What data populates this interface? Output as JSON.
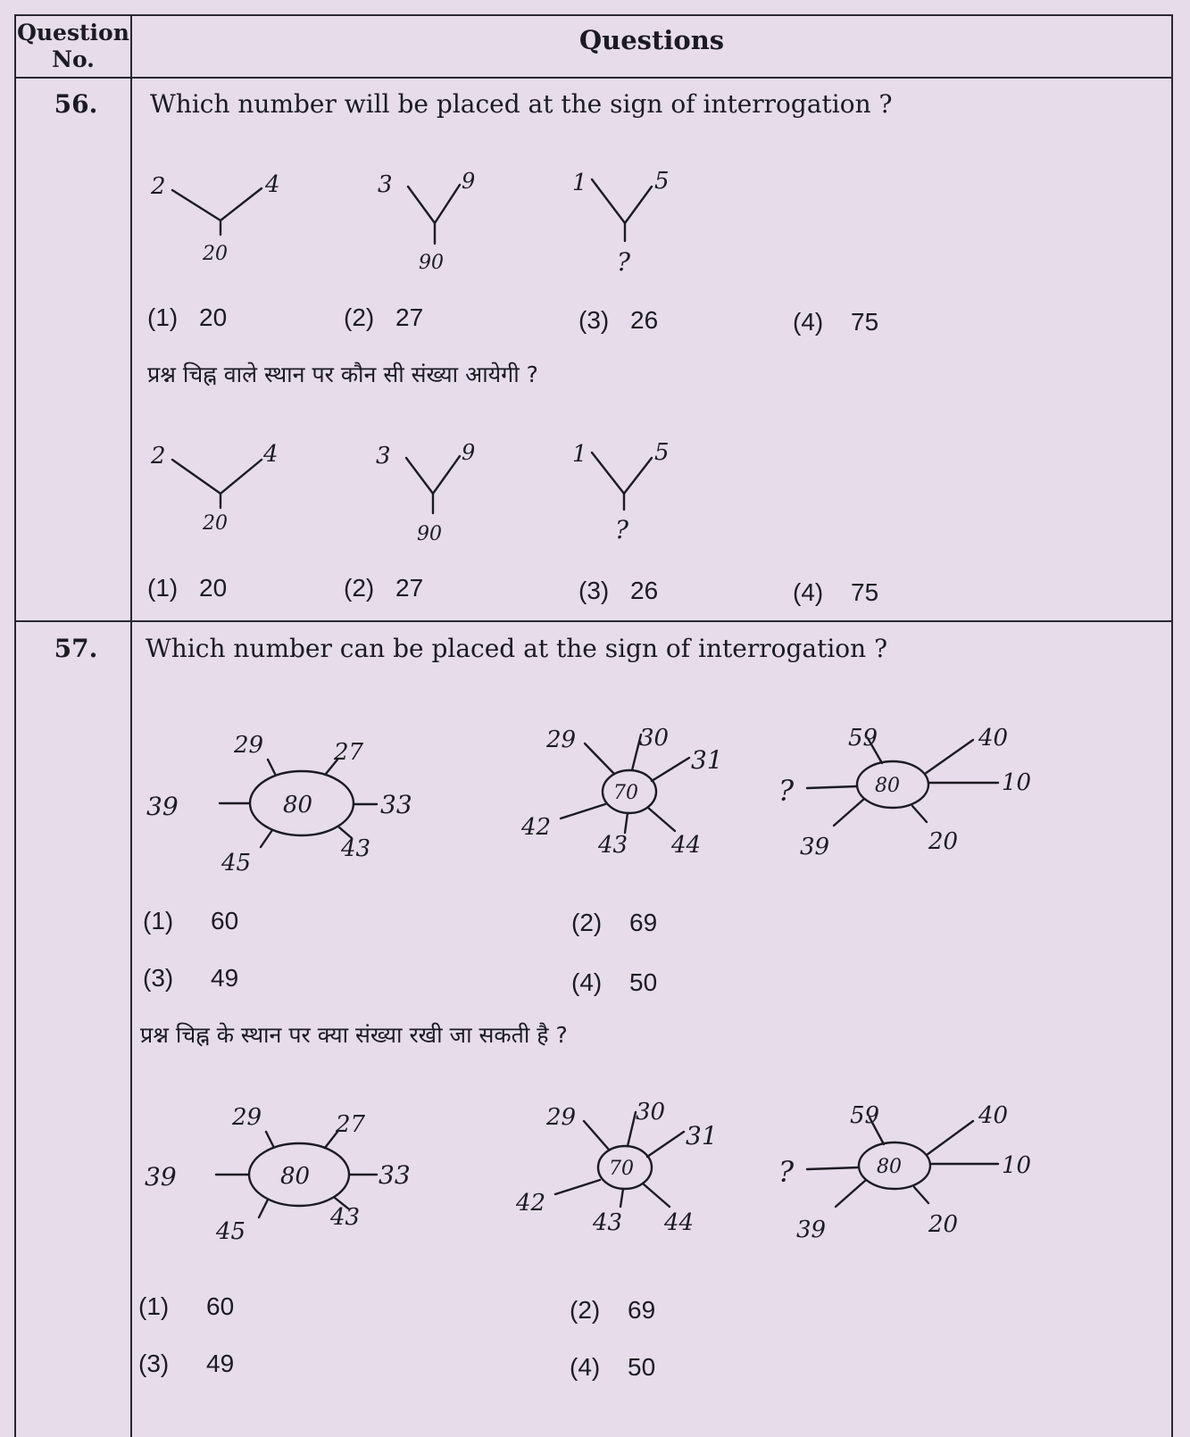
{
  "header": {
    "qno_line1": "Question",
    "qno_line2": "No.",
    "questions": "Questions"
  },
  "q56": {
    "number": "56.",
    "text_en": "Which number will be placed at the sign of interrogation ?",
    "text_hi": "प्रश्न चिह्न वाले स्थान पर कौन सी संख्या आयेगी ?",
    "figures": [
      {
        "left": "2",
        "right": "4",
        "bottom": "20"
      },
      {
        "left": "3",
        "right": "9",
        "bottom": "90"
      },
      {
        "left": "1",
        "right": "5",
        "bottom": "?"
      }
    ],
    "options": [
      {
        "label": "(1)",
        "value": "20"
      },
      {
        "label": "(2)",
        "value": "27"
      },
      {
        "label": "(3)",
        "value": "26"
      },
      {
        "label": "(4)",
        "value": "75"
      }
    ]
  },
  "q57": {
    "number": "57.",
    "text_en": "Which number can be placed at the sign of interrogation ?",
    "text_hi": "प्रश्न चिह्न के स्थान पर क्या संख्या रखी जा सकती है ?",
    "figures": [
      {
        "center": "80",
        "spokes": [
          "29",
          "27",
          "33",
          "43",
          "45",
          "39"
        ]
      },
      {
        "center": "70",
        "spokes": [
          "29",
          "30",
          "31",
          "44",
          "43",
          "42"
        ]
      },
      {
        "center": "80",
        "spokes": [
          "59",
          "40",
          "10",
          "20",
          "39",
          "?"
        ]
      }
    ],
    "options": [
      {
        "label": "(1)",
        "value": "60"
      },
      {
        "label": "(2)",
        "value": "69"
      },
      {
        "label": "(3)",
        "value": "49"
      },
      {
        "label": "(4)",
        "value": "50"
      }
    ]
  }
}
